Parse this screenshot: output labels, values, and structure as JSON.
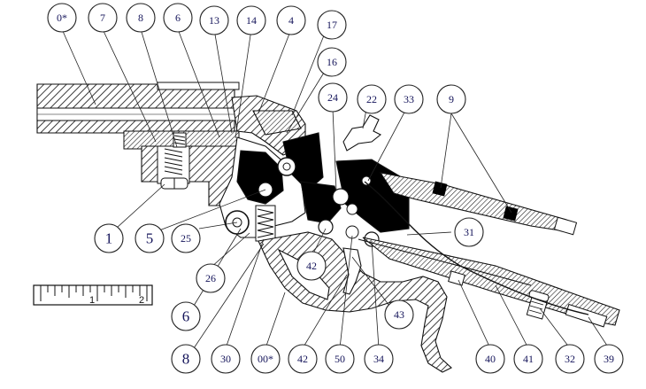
{
  "callouts": {
    "c0s": "0*",
    "c7": "7",
    "c8a": "8",
    "c6a": "6",
    "c13": "13",
    "c14": "14",
    "c4": "4",
    "c17": "17",
    "c16": "16",
    "c24": "24",
    "c22": "22",
    "c33": "33",
    "c9": "9",
    "c31": "31",
    "c1": "1",
    "c5": "5",
    "c25": "25",
    "c26": "26",
    "c42a": "42",
    "c43": "43",
    "c6b": "6",
    "c8b": "8",
    "c30": "30",
    "c00s": "00*",
    "c42b": "42",
    "c50": "50",
    "c34": "34",
    "c40": "40",
    "c41": "41",
    "c32": "32",
    "c39": "39"
  },
  "ruler": {
    "label_1": "1",
    "label_2": "2"
  }
}
